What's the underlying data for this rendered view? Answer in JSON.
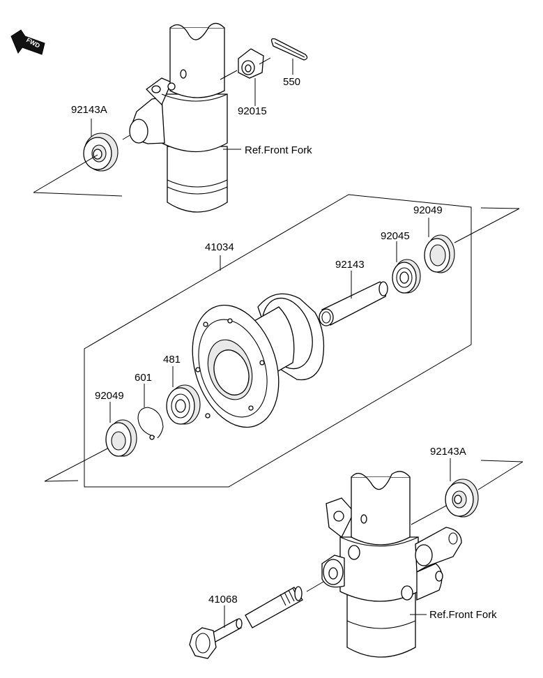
{
  "fwd_badge": "FWD",
  "labels": {
    "p550": "550",
    "p92015": "92015",
    "p92143A_top": "92143A",
    "ref_front_fork_top": "Ref.Front Fork",
    "p41034": "41034",
    "p92049_right": "92049",
    "p92045": "92045",
    "p92143": "92143",
    "p481": "481",
    "p601": "601",
    "p92049_left": "92049",
    "p92143A_bottom": "92143A",
    "p41068": "41068",
    "ref_front_fork_bottom": "Ref.Front Fork"
  }
}
